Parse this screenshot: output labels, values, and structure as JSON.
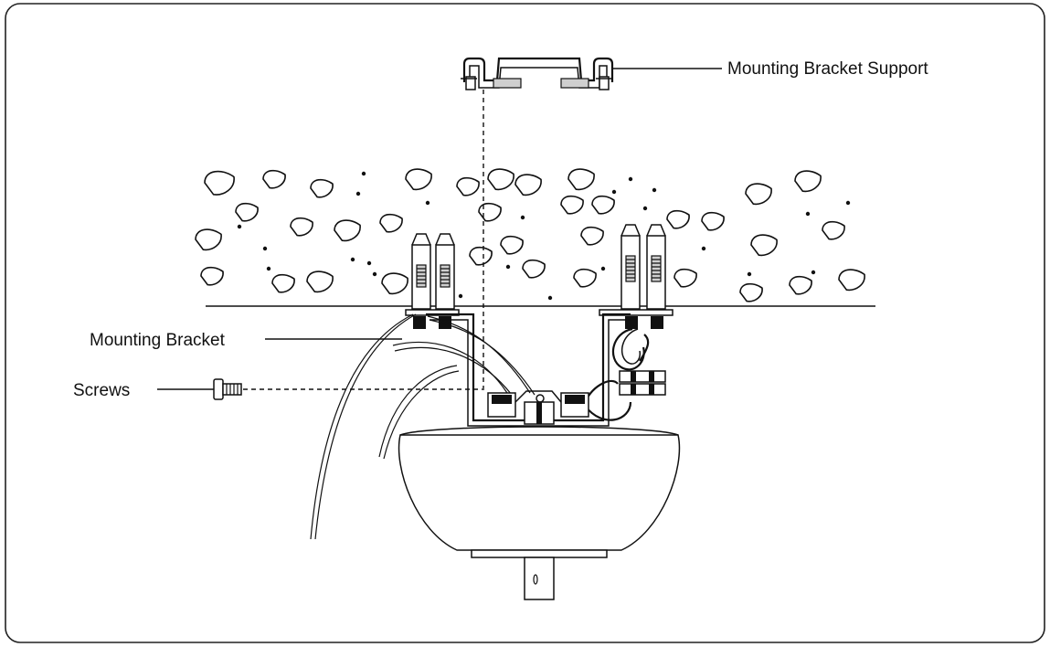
{
  "labels": {
    "bracket_support": "Mounting Bracket Support",
    "bracket": "Mounting Bracket",
    "screws": "Screws"
  }
}
